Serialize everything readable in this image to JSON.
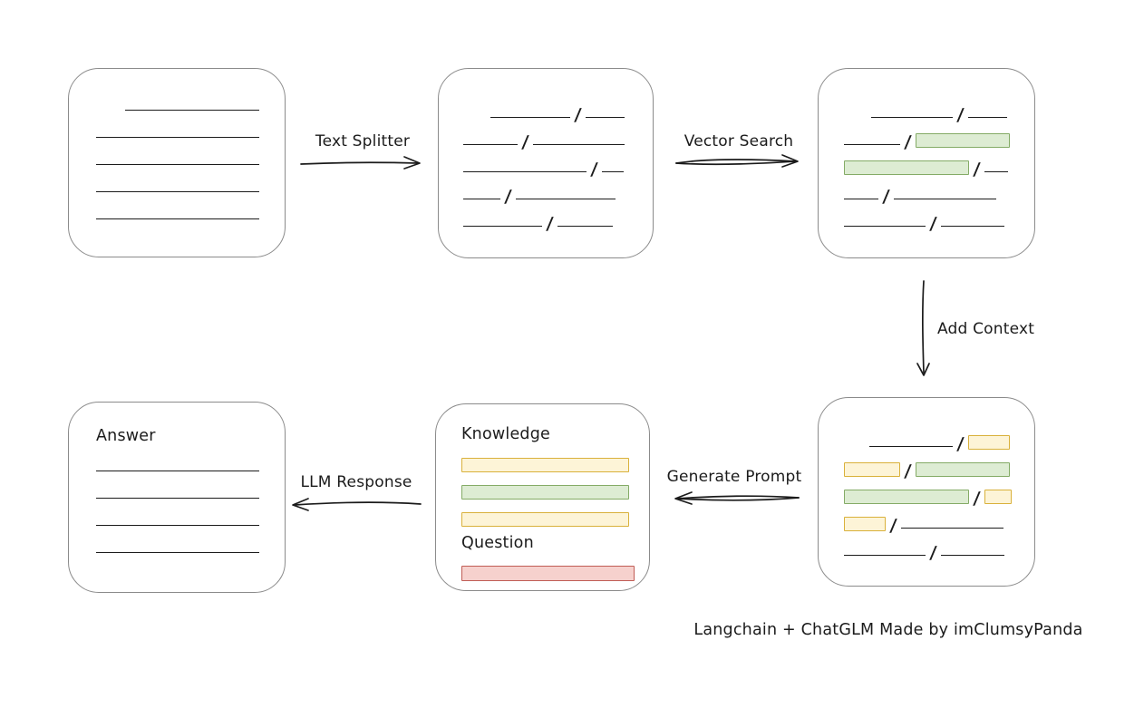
{
  "colors": {
    "stroke": "#1b1b1b",
    "box_border": "#8b8b8b",
    "green_fill": "#ddecd3",
    "green_border": "#84ab66",
    "yellow_fill": "#fdf4d7",
    "yellow_border": "#d9b13b",
    "red_fill": "#f6d1cd",
    "red_border": "#c05d56"
  },
  "arrows": {
    "text_splitter": {
      "label": "Text Splitter",
      "direction": "right"
    },
    "vector_search": {
      "label": "Vector Search",
      "direction": "right"
    },
    "add_context": {
      "label": "Add Context",
      "direction": "down"
    },
    "generate_prompt": {
      "label": "Generate Prompt",
      "direction": "left"
    },
    "llm_response": {
      "label": "LLM Response",
      "direction": "left"
    }
  },
  "boxes": {
    "document": {
      "rows": [
        [
          {
            "t": "gap",
            "w": 32
          },
          {
            "t": "line",
            "w": 148
          }
        ],
        [
          {
            "t": "line",
            "w": 180
          }
        ],
        [
          {
            "t": "line",
            "w": 180
          }
        ],
        [
          {
            "t": "line",
            "w": 180
          }
        ],
        [
          {
            "t": "line",
            "w": 180
          }
        ]
      ]
    },
    "chunks": {
      "rows": [
        [
          {
            "t": "gap",
            "w": 30
          },
          {
            "t": "line",
            "w": 88
          },
          {
            "t": "slash"
          },
          {
            "t": "line",
            "w": 43
          }
        ],
        [
          {
            "t": "line",
            "w": 60
          },
          {
            "t": "slash"
          },
          {
            "t": "line",
            "w": 101
          }
        ],
        [
          {
            "t": "line",
            "w": 136
          },
          {
            "t": "slash"
          },
          {
            "t": "line",
            "w": 24
          }
        ],
        [
          {
            "t": "line",
            "w": 41
          },
          {
            "t": "slash"
          },
          {
            "t": "line",
            "w": 110
          }
        ],
        [
          {
            "t": "line",
            "w": 87
          },
          {
            "t": "slash"
          },
          {
            "t": "line",
            "w": 61
          }
        ]
      ]
    },
    "matched": {
      "rows": [
        [
          {
            "t": "gap",
            "w": 30
          },
          {
            "t": "line",
            "w": 90
          },
          {
            "t": "slash"
          },
          {
            "t": "line",
            "w": 43
          }
        ],
        [
          {
            "t": "line",
            "w": 62
          },
          {
            "t": "slash"
          },
          {
            "t": "green",
            "w": 104
          }
        ],
        [
          {
            "t": "green",
            "w": 138
          },
          {
            "t": "slash"
          },
          {
            "t": "line",
            "w": 26
          }
        ],
        [
          {
            "t": "line",
            "w": 38
          },
          {
            "t": "slash"
          },
          {
            "t": "line",
            "w": 113
          }
        ],
        [
          {
            "t": "line",
            "w": 90
          },
          {
            "t": "slash"
          },
          {
            "t": "line",
            "w": 70
          }
        ]
      ]
    },
    "context": {
      "rows": [
        [
          {
            "t": "gap",
            "w": 28
          },
          {
            "t": "line",
            "w": 92
          },
          {
            "t": "slash"
          },
          {
            "t": "yellow",
            "w": 46
          }
        ],
        [
          {
            "t": "yellow",
            "w": 62
          },
          {
            "t": "slash"
          },
          {
            "t": "green",
            "w": 104
          }
        ],
        [
          {
            "t": "green",
            "w": 138
          },
          {
            "t": "slash"
          },
          {
            "t": "yellow",
            "w": 30
          }
        ],
        [
          {
            "t": "yellow",
            "w": 46
          },
          {
            "t": "slash"
          },
          {
            "t": "line",
            "w": 113
          }
        ],
        [
          {
            "t": "line",
            "w": 90
          },
          {
            "t": "slash"
          },
          {
            "t": "line",
            "w": 70
          }
        ]
      ]
    },
    "prompt": {
      "rows": [
        [
          {
            "t": "label",
            "text": "Knowledge"
          }
        ],
        [
          {
            "t": "yellow",
            "w": 185
          }
        ],
        [
          {
            "t": "green",
            "w": 185
          }
        ],
        [
          {
            "t": "yellow",
            "w": 185
          }
        ],
        [
          {
            "t": "label",
            "text": "Question"
          }
        ],
        [
          {
            "t": "red",
            "w": 192
          }
        ]
      ]
    },
    "answer": {
      "rows": [
        [
          {
            "t": "label",
            "text": "Answer"
          }
        ],
        [
          {
            "t": "line",
            "w": 180
          }
        ],
        [
          {
            "t": "line",
            "w": 180
          }
        ],
        [
          {
            "t": "line",
            "w": 180
          }
        ],
        [
          {
            "t": "line",
            "w": 180
          }
        ]
      ]
    }
  },
  "footer": {
    "caption": "Langchain + ChatGLM Made by imClumsyPanda"
  }
}
